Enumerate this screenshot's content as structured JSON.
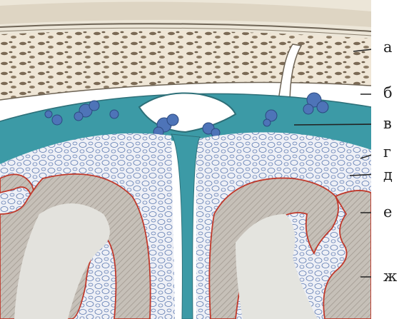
{
  "labels": [
    {
      "key": "a",
      "text": "а"
    },
    {
      "key": "b",
      "text": "б"
    },
    {
      "key": "v",
      "text": "в"
    },
    {
      "key": "g",
      "text": "г"
    },
    {
      "key": "d",
      "text": "д"
    },
    {
      "key": "e",
      "text": "е"
    },
    {
      "key": "zh",
      "text": "ж"
    }
  ],
  "colors": {
    "skull_fill": "#f2ece1",
    "bone_marrow": "#8a7a66",
    "dura_teal": "#3c9aa6",
    "pia_blue": "#4e74b8",
    "arachnoid_space": "#ffffff",
    "cortex_grey": "#b9b2ab",
    "white_matter": "#dcdcd7",
    "pia_red": "#c0392b"
  }
}
